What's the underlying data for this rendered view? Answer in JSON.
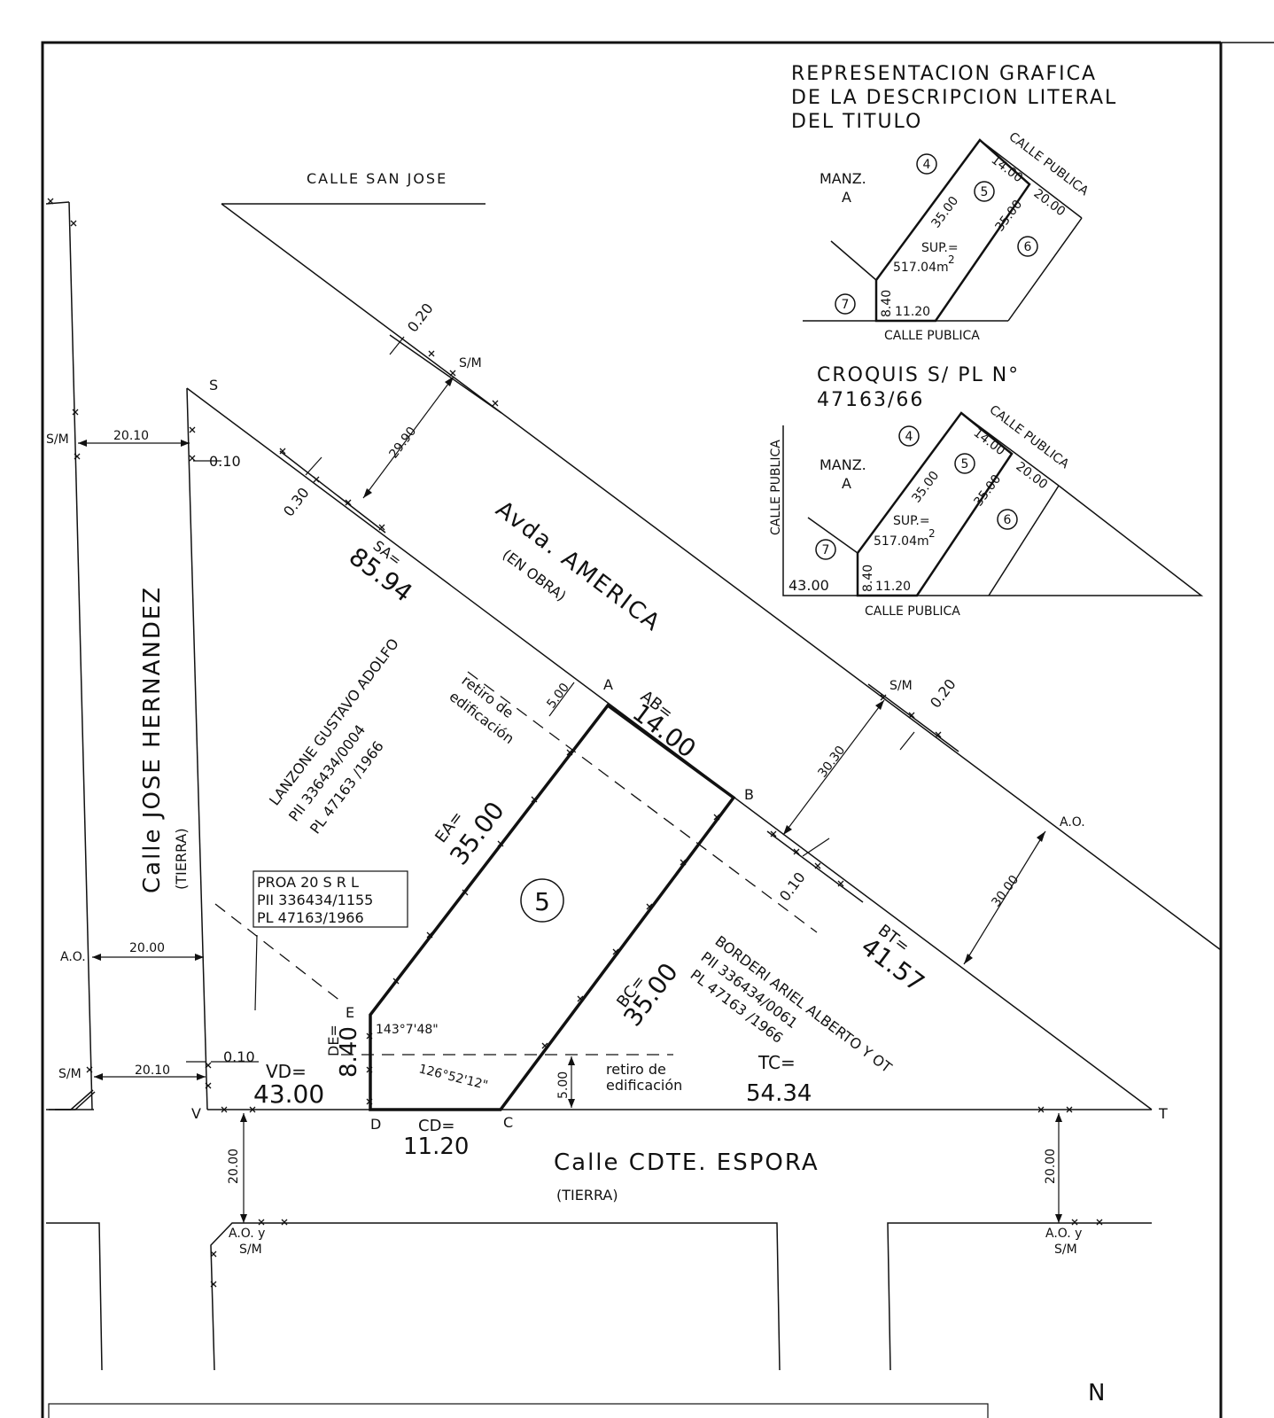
{
  "title_block": {
    "line1": "REPRESENTACION GRAFICA",
    "line2": "DE LA DESCRIPCION LITERAL",
    "line3": "DEL TITULO"
  },
  "streets": {
    "san_jose": "CALLE SAN JOSE",
    "america": "Avda. AMERICA",
    "america_sub": "(EN OBRA)",
    "hernandez": "Calle JOSE HERNANDEZ",
    "hernandez_sub": "(TIERRA)",
    "espora": "Calle CDTE. ESPORA",
    "espora_sub": "(TIERRA)"
  },
  "points": {
    "S": "S",
    "A": "A",
    "B": "B",
    "C": "C",
    "D": "D",
    "E": "E",
    "V": "V",
    "T": "T"
  },
  "lot_number": "5",
  "measures": {
    "sa_label": "SA=",
    "sa_value": "85.94",
    "ab_label": "AB=",
    "ab_value": "14.00",
    "ea_label": "EA=",
    "ea_value": "35.00",
    "bc_label": "BC=",
    "bc_value": "35.00",
    "bt_label": "BT=",
    "bt_value": "41.57",
    "cd_label": "CD=",
    "cd_value": "11.20",
    "vd_label": "VD=",
    "vd_value": "43.00",
    "de_label": "DE=",
    "de_value": "8.40",
    "tc_label": "TC=",
    "tc_value": "54.34",
    "angle_e": "143°7'48\"",
    "angle_c": "126°52'12\""
  },
  "dims": {
    "d0_20": "0.20",
    "d29_90": "29.90",
    "d0_30": "0.30",
    "d20_10": "20.10",
    "d0_10": "0.10",
    "d20_00": "20.00",
    "d5_00": "5.00",
    "d30_30": "30.30",
    "d30_00": "30.00",
    "sm": "S/M",
    "ao": "A.O.",
    "ao_sm": "A.O. y",
    "sm2": "S/M"
  },
  "notes": {
    "retiro1": "retiro de",
    "retiro2": "edificación"
  },
  "owners": {
    "lanzone": [
      "LANZONE GUSTAVO ADOLFO",
      "PII 336434/0004",
      "PL 47163 /1966"
    ],
    "proa": [
      "PROA 20 S R L",
      "PII 336434/1155",
      "PL 47163/1966"
    ],
    "borderi": [
      "BORDERI ARIEL ALBERTO Y OT",
      "PII 336434/0061",
      "PL 47163 /1966"
    ]
  },
  "inset1": {
    "manz": "MANZ.",
    "manz_letter": "A",
    "calle_publica_top": "CALLE PUBLICA",
    "calle_publica_bottom": "CALLE PUBLICA",
    "lots": [
      "4",
      "5",
      "6",
      "7"
    ],
    "front": "14.00",
    "side_left": "35.00",
    "side_right": "35.00",
    "right_front": "20.00",
    "sup": "SUP.=",
    "sup_value": "517.04m",
    "sup_exp": "2",
    "bottom": "11.20",
    "left_short": "8.40"
  },
  "inset2": {
    "title1": "CROQUIS S/ PL N°",
    "title2": "47163/66",
    "manz": "MANZ.",
    "manz_letter": "A",
    "calle_publica_left": "CALLE PUBLICA",
    "calle_publica_top": "CALLE PUBLICA",
    "calle_publica_bottom": "CALLE PUBLICA",
    "lots": [
      "4",
      "5",
      "6",
      "7"
    ],
    "front": "14.00",
    "side_left": "35.00",
    "side_right": "35.00",
    "right_front": "20.00",
    "sup": "SUP.=",
    "sup_value": "517.04m",
    "sup_exp": "2",
    "bottom": "11.20",
    "left_short": "8.40",
    "left_dist": "43.00"
  },
  "north": "N"
}
